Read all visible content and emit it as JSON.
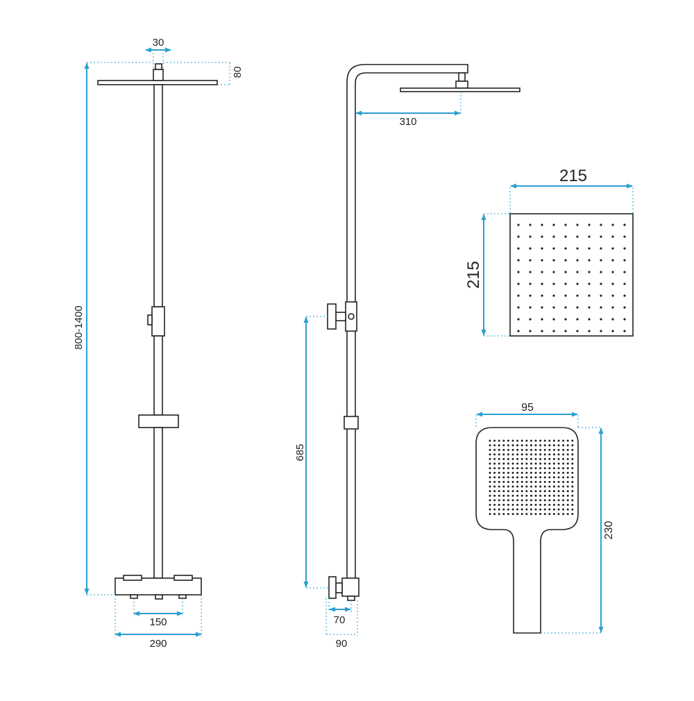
{
  "colors": {
    "line": "#222222",
    "dimension": "#2a9fd0",
    "background": "#ffffff"
  },
  "front_view": {
    "head_thickness": "30",
    "head_height": "80",
    "total_height": "800-1400",
    "inlet_spacing": "150",
    "mixer_width": "290"
  },
  "side_view": {
    "arm_reach": "310",
    "diverter_height": "685",
    "offset_inner": "70",
    "offset_outer": "90"
  },
  "overhead_shower": {
    "width": "215",
    "depth": "215"
  },
  "hand_shower": {
    "width": "95",
    "length": "230"
  }
}
